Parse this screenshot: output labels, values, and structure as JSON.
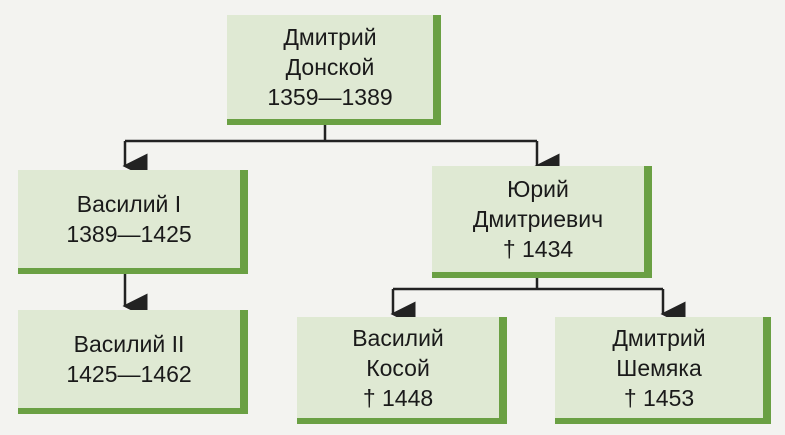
{
  "tree": {
    "root": {
      "name_1": "Дмитрий",
      "name_2": "Донской",
      "years": "1359—1389"
    },
    "left": {
      "name": "Василий I",
      "years": "1389—1425"
    },
    "left_child": {
      "name": "Василий II",
      "years": "1425—1462"
    },
    "right": {
      "name_1": "Юрий",
      "name_2": "Дмитриевич",
      "years": "† 1434"
    },
    "right_child_1": {
      "name_1": "Василий",
      "name_2": "Косой",
      "years": "† 1448"
    },
    "right_child_2": {
      "name_1": "Дмитрий",
      "name_2": "Шемяка",
      "years": "† 1453"
    }
  },
  "colors": {
    "box_fill": "#dfe9d3",
    "box_shadow": "#6aa043",
    "line": "#222222"
  }
}
